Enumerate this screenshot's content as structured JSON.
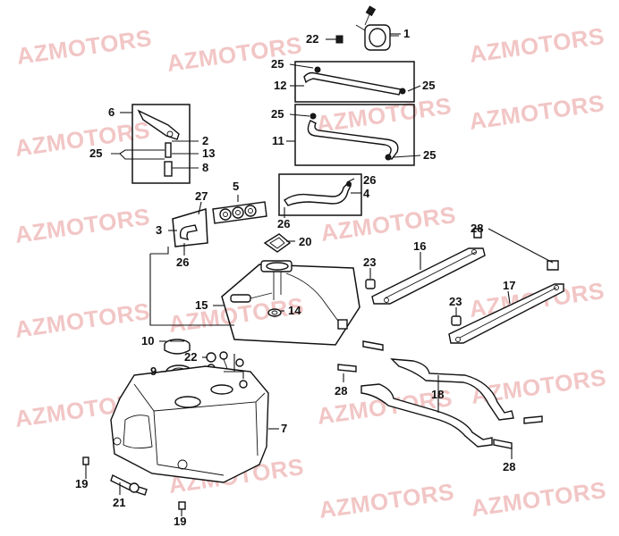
{
  "watermark": "AZMOTORS",
  "labels": {
    "l1": "1",
    "l2": "2",
    "l3": "3",
    "l4": "4",
    "l5": "5",
    "l6": "6",
    "l7": "7",
    "l8": "8",
    "l9": "9",
    "l10": "10",
    "l11": "11",
    "l12": "12",
    "l13": "13",
    "l14": "14",
    "l15": "15",
    "l16": "16",
    "l17": "17",
    "l18": "18",
    "l19a": "19",
    "l19b": "19",
    "l20": "20",
    "l21": "21",
    "l22a": "22",
    "l22b": "22",
    "l23a": "23",
    "l23b": "23",
    "l25a": "25",
    "l25b": "25",
    "l25c": "25",
    "l25d": "25",
    "l25e": "25",
    "l26a": "26",
    "l26b": "26",
    "l26c": "26",
    "l27": "27",
    "l28a": "28",
    "l28b": "28",
    "l28c": "28"
  },
  "colors": {
    "watermark": "#f2c6c6",
    "ink": "#111111"
  }
}
